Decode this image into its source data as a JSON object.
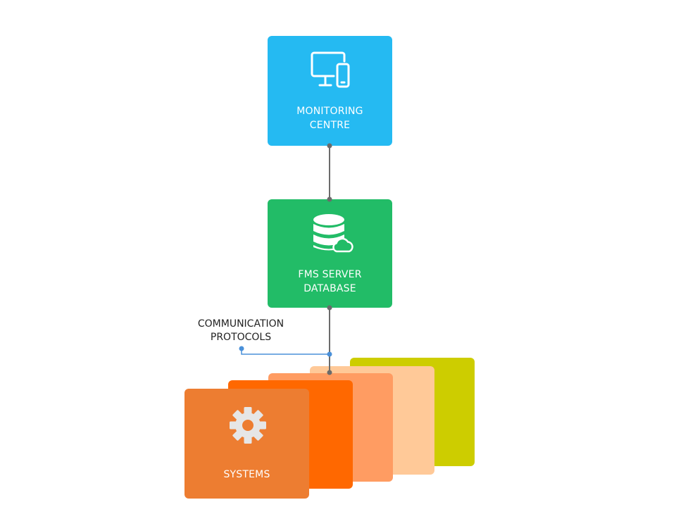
{
  "diagram": {
    "monitoring": {
      "label_line1": "MONITORING",
      "label_line2": "CENTRE",
      "color": "#25BAF2",
      "icon": "devices-icon"
    },
    "server": {
      "label_line1": "FMS SERVER",
      "label_line2": "DATABASE",
      "color": "#22BC67",
      "icon": "database-cloud-icon"
    },
    "protocols": {
      "label_line1": "COMMUNICATION",
      "label_line2": "PROTOCOLS"
    },
    "systems": {
      "label": "SYSTEMS",
      "icon": "gear-icon",
      "card_colors": [
        "#CDCD00",
        "#FFC998",
        "#FF9C62",
        "#FF6800",
        "#ED7D31"
      ]
    },
    "connector_color": "#6B6B6B",
    "protocol_line_color": "#4A90D9"
  }
}
